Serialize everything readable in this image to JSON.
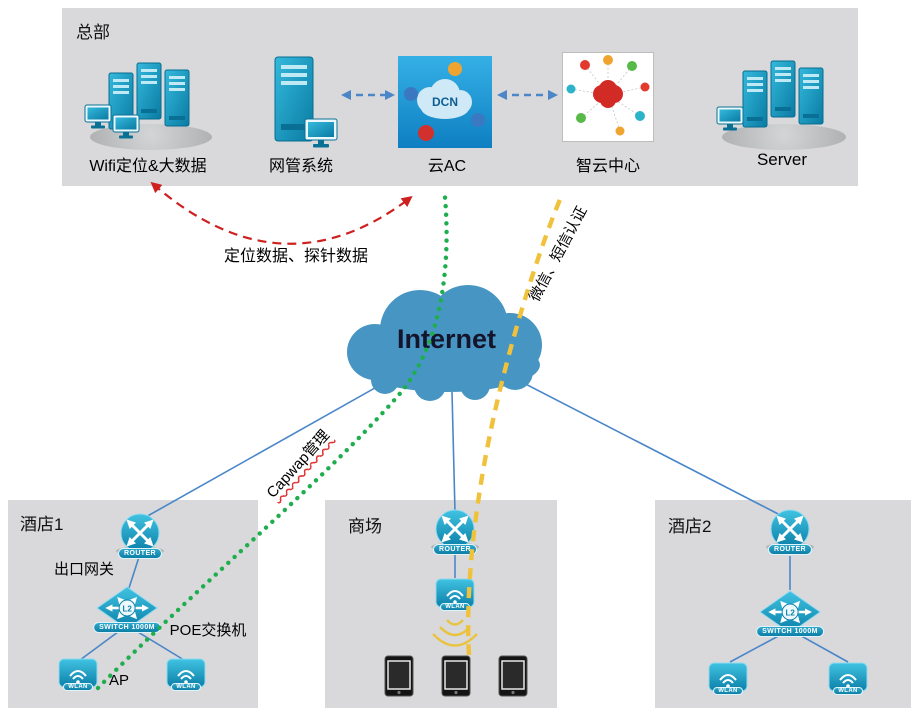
{
  "hq": {
    "title": "总部",
    "nodes": {
      "wifi_bigdata": "Wifi定位&大数据",
      "nms": "网管系统",
      "cloud_ac": "云AC",
      "zhiyun": "智云中心",
      "server": "Server"
    },
    "dcn_label": "DCN"
  },
  "internet_label": "Internet",
  "flows": {
    "probe": "定位数据、探针数据",
    "capwap": "Capwap管理",
    "auth": "微信、短信认证"
  },
  "sites": {
    "hotel1": {
      "title": "酒店1",
      "gateway": "出口网关",
      "poe": "POE交换机",
      "ap": "AP"
    },
    "mall": {
      "title": "商场"
    },
    "hotel2": {
      "title": "酒店2"
    }
  },
  "devices": {
    "router": "ROUTER",
    "switch": "SWITCH 1000M",
    "wlan": "WLAN",
    "l2": "L2"
  },
  "colors": {
    "region_bg": "#d9d9db",
    "device_teal": "#0d84ac",
    "cloud_blue": "#4795c3",
    "link_blue": "#4a86c8",
    "flow_green": "#1fae4e",
    "flow_yellow": "#f0c23c",
    "flow_red": "#cf2020"
  }
}
